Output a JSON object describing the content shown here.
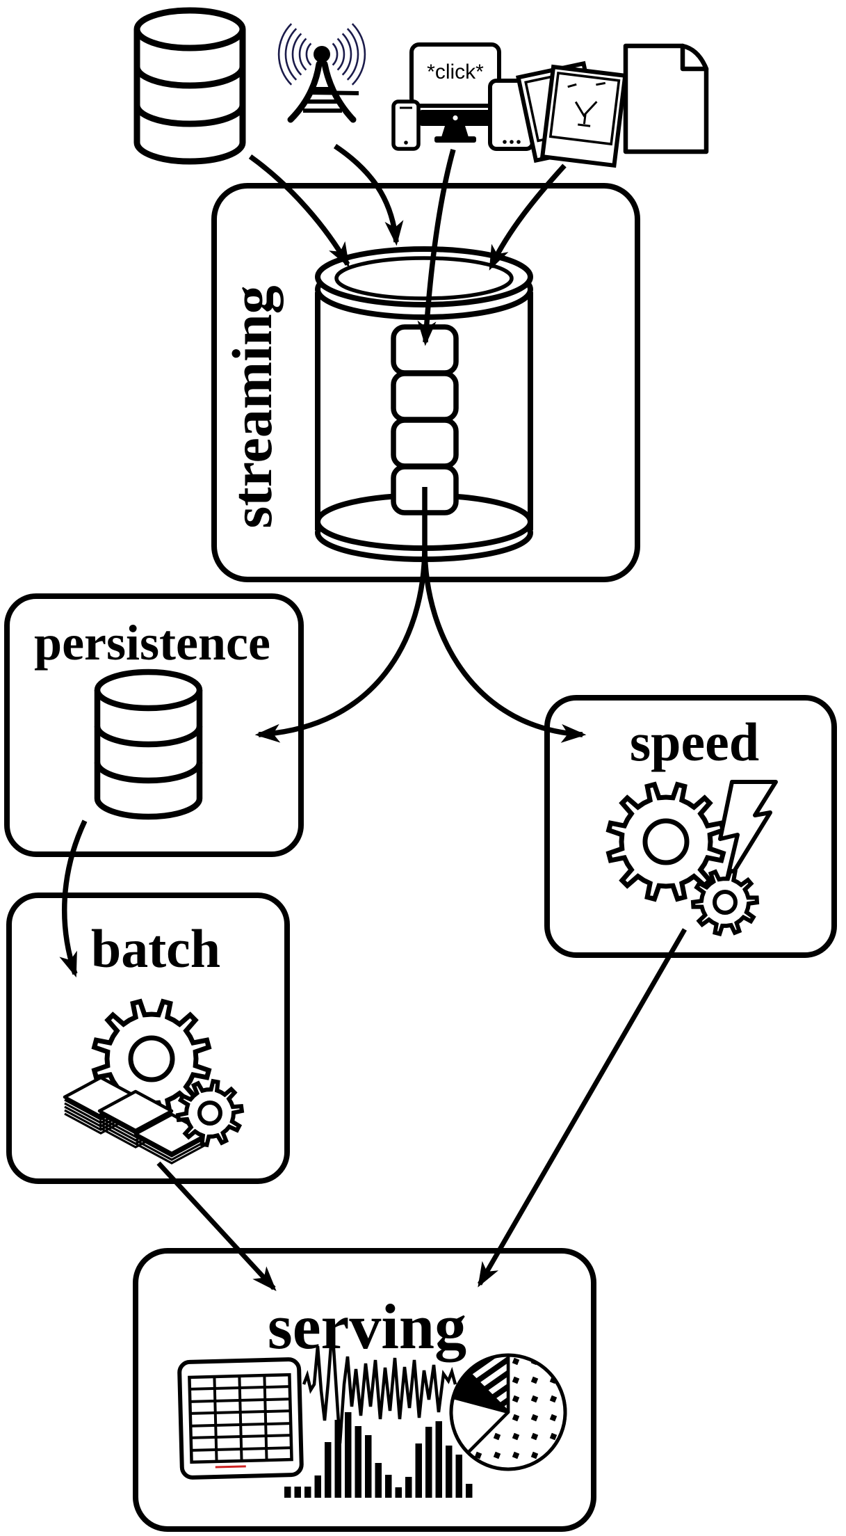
{
  "diagram": {
    "title_labels": {
      "streaming": "streaming",
      "persistence": "persistence",
      "speed": "speed",
      "batch": "batch",
      "serving": "serving"
    },
    "sources": {
      "click_label": "*click*",
      "items": [
        {
          "id": "database",
          "icon": "database-cylinder-icon"
        },
        {
          "id": "sensors",
          "icon": "radio-tower-icon"
        },
        {
          "id": "user-devices",
          "icon": "devices-click-icon"
        },
        {
          "id": "media-files",
          "icon": "photos-document-icon"
        }
      ]
    },
    "nodes": [
      {
        "id": "streaming",
        "icon": "message-queue-cylinder-icon"
      },
      {
        "id": "persistence",
        "icon": "database-cylinder-icon"
      },
      {
        "id": "speed",
        "icon": "gears-lightning-icon"
      },
      {
        "id": "batch",
        "icon": "gears-paper-stacks-icon"
      },
      {
        "id": "serving",
        "icon": "table-wave-bars-pie-icons"
      }
    ],
    "edges": [
      {
        "from": "database",
        "to": "streaming"
      },
      {
        "from": "sensors",
        "to": "streaming"
      },
      {
        "from": "user-devices",
        "to": "streaming"
      },
      {
        "from": "media-files",
        "to": "streaming"
      },
      {
        "from": "streaming",
        "to": "persistence"
      },
      {
        "from": "streaming",
        "to": "speed"
      },
      {
        "from": "persistence",
        "to": "batch"
      },
      {
        "from": "batch",
        "to": "serving"
      },
      {
        "from": "speed",
        "to": "serving"
      }
    ],
    "colors": {
      "ink": "#000000",
      "background": "#ffffff",
      "signal_wave": "#1b1b4a",
      "accent_red": "#cc2222"
    }
  }
}
